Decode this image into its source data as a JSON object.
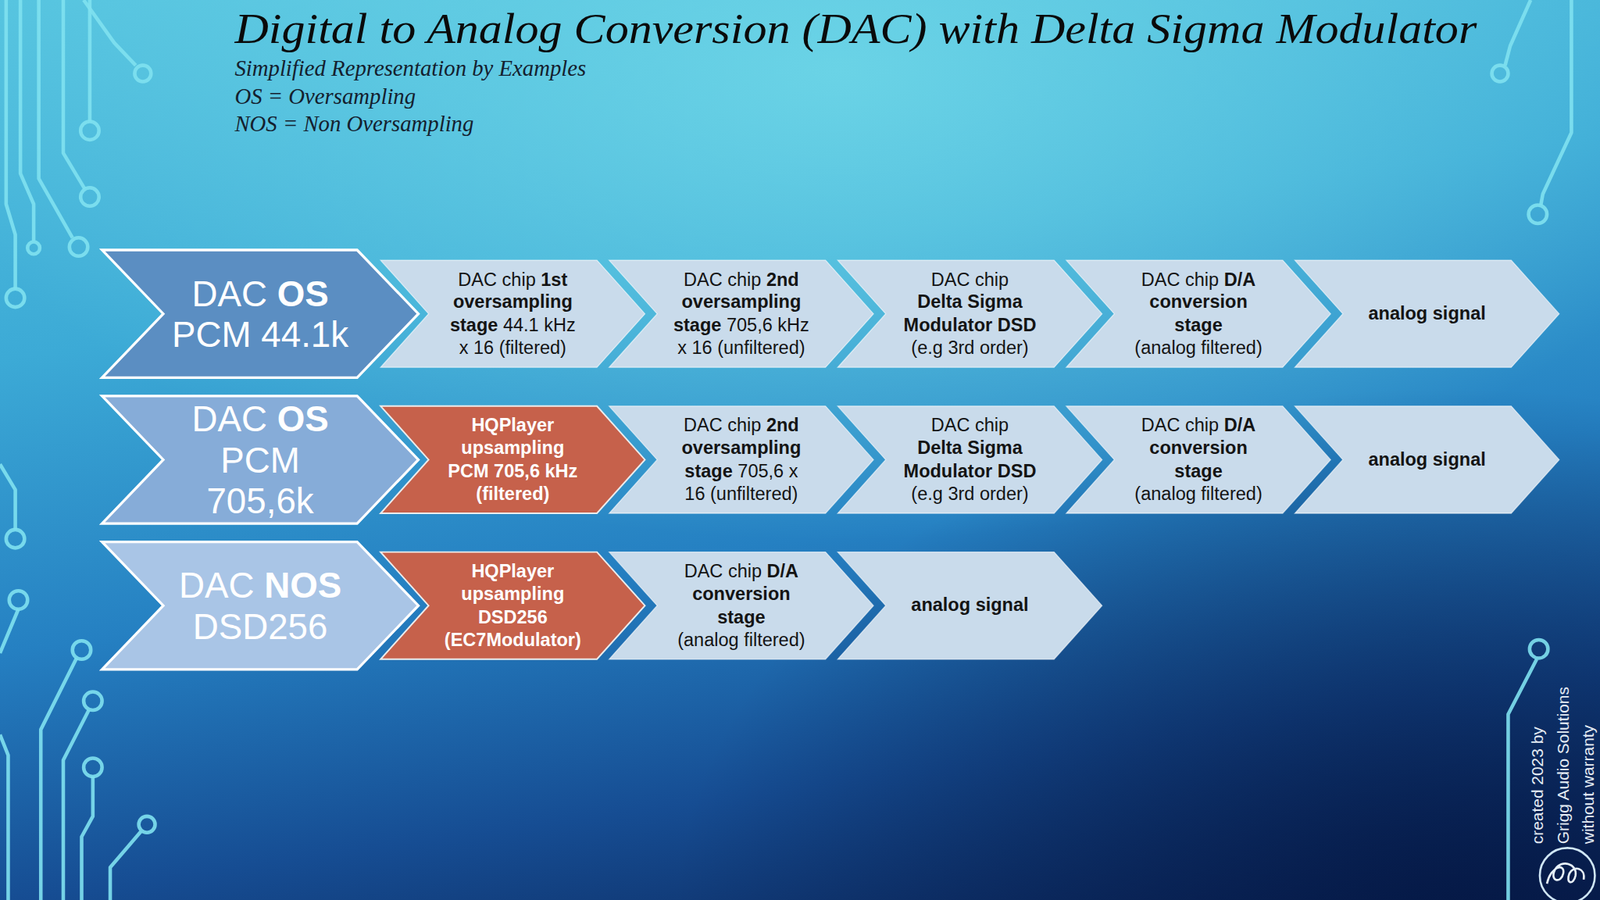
{
  "diagram": {
    "title": "Digital to Analog Conversion (DAC) with Delta Sigma Modulator",
    "nodes": [
      {
        "text": [
          "DAC OS PCM 44.1k"
        ]
      },
      {
        "text": [
          "DAC chip 1st oversampling stage 44.1 kHz x 16 (filtered)"
        ]
      },
      {
        "text": [
          "DAC chip 2nd oversampling stage 705,6 kHz x 16 (unfiltered)"
        ]
      },
      {
        "text": [
          "DAC chip Delta Sigma Modulator DSD (e.g 3rd order)"
        ]
      },
      {
        "text": [
          "DAC chip D/A conversion stage (analog filtered)"
        ]
      },
      {
        "text": [
          "analog signal"
        ]
      },
      {
        "text": [
          "DAC OS PCM 705,6k"
        ]
      },
      {
        "text": [
          "HQPlayer upsampling PCM 705,6 kHz (filtered)"
        ]
      },
      {
        "text": [
          "DAC chip 2nd oversampling stage 705,6 x 16 (unfiltered)"
        ]
      },
      {
        "text": [
          "DAC chip Delta Sigma Modulator DSD (e.g 3rd order)"
        ]
      },
      {
        "text": [
          "DAC chip D/A conversion stage (analog filtered)"
        ]
      },
      {
        "text": [
          "analog signal"
        ]
      },
      {
        "text": [
          "DAC NOS DSD256"
        ]
      },
      {
        "text": [
          "HQPlayer upsampling DSD256 (EC7Modulator)"
        ]
      },
      {
        "text": [
          "DAC chip D/A conversion stage (analog filtered)"
        ]
      },
      {
        "text": [
          "analog signal"
        ]
      }
    ],
    "labels": [
      "Simplified Representation by Examples",
      "OS = Oversampling",
      "NOS = Non Oversampling",
      "created 2023 by Grigg Audio Solutions without warranty"
    ]
  }
}
